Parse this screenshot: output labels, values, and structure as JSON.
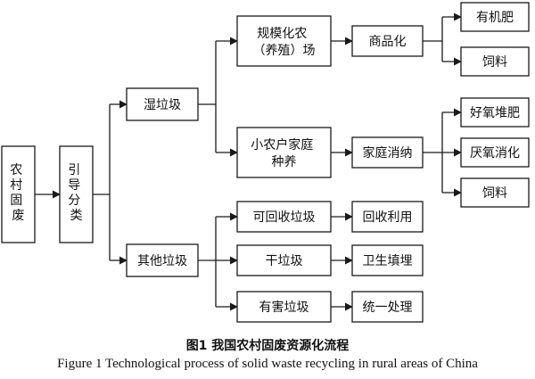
{
  "nodes": {
    "source": "农村固废",
    "classify": "引导分类",
    "wet": "湿垃圾",
    "other": "其他垃圾",
    "farm_line1": "规模化农",
    "farm_line2": "（养殖）场",
    "home_line1": "小农户家庭",
    "home_line2": "种养",
    "commodity": "商品化",
    "organic": "有机肥",
    "feed1": "饲料",
    "household": "家庭消纳",
    "aerobic": "好氧堆肥",
    "anaerobic": "厌氧消化",
    "feed2": "饲料",
    "recyclable": "可回收垃圾",
    "dry": "干垃圾",
    "hazardous": "有害垃圾",
    "reuse": "回收利用",
    "landfill": "卫生填埋",
    "unified": "统一处理"
  },
  "caption": {
    "cn": "图1  我国农村固废资源化流程",
    "en": "Figure 1  Technological process of solid waste recycling in rural areas of China"
  }
}
